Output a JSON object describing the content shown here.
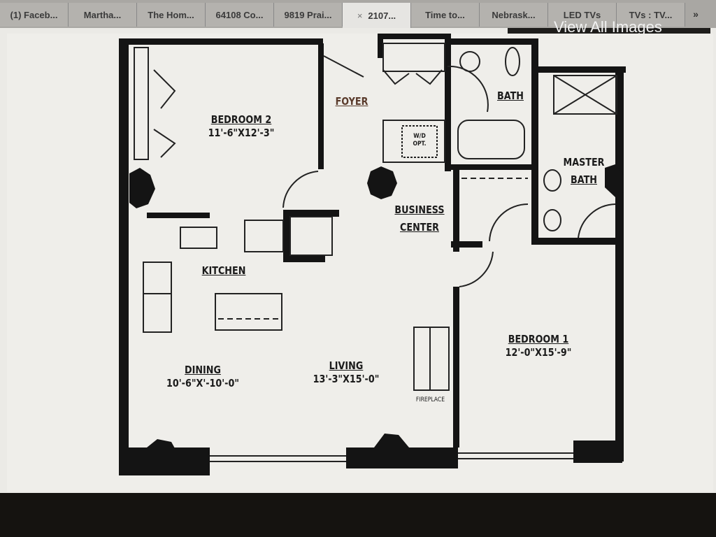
{
  "browser": {
    "tabs": [
      {
        "label": "(1) Faceb..."
      },
      {
        "label": "Martha..."
      },
      {
        "label": "The Hom..."
      },
      {
        "label": "64108 Co..."
      },
      {
        "label": "9819 Prai..."
      },
      {
        "label": "2107...",
        "active": true,
        "close_icon": "×"
      },
      {
        "label": "Time to..."
      },
      {
        "label": "Nebrask..."
      },
      {
        "label": "LED TVs"
      },
      {
        "label": "TVs : TV..."
      }
    ],
    "overflow_label": "»",
    "view_all_label": "View All Images"
  },
  "floorplan": {
    "rooms": {
      "bedroom2": {
        "name": "BEDROOM 2",
        "size": "11'-6\"X12'-3\""
      },
      "foyer": {
        "name": "FOYER"
      },
      "bath": {
        "name": "BATH"
      },
      "wd": {
        "line1": "W/D",
        "line2": "OPT."
      },
      "master_bath": {
        "line1": "MASTER",
        "line2": "BATH"
      },
      "business_center": {
        "line1": "BUSINESS",
        "line2": "CENTER"
      },
      "kitchen": {
        "name": "KITCHEN"
      },
      "bedroom1": {
        "name": "BEDROOM 1",
        "size": "12'-0\"X15'-9\""
      },
      "dining": {
        "name": "DINING",
        "size": "10'-6\"X'-10'-0\""
      },
      "living": {
        "name": "LIVING",
        "size": "13'-3\"X15'-0\""
      },
      "fireplace": {
        "name": "FIREPLACE"
      }
    }
  }
}
